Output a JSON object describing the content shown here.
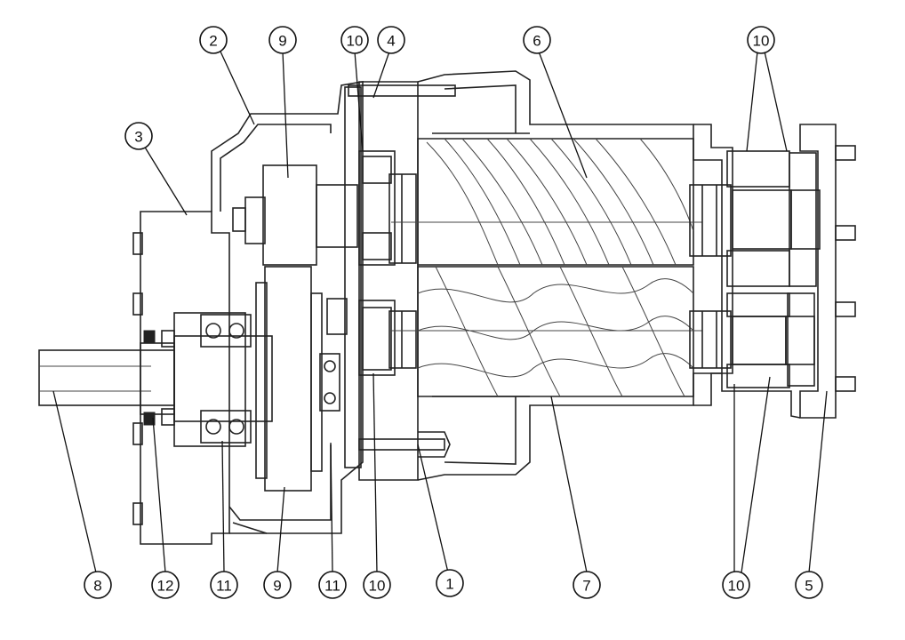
{
  "callouts": [
    {
      "label": "2"
    },
    {
      "label": "9"
    },
    {
      "label": "10"
    },
    {
      "label": "4"
    },
    {
      "label": "6"
    },
    {
      "label": "10"
    },
    {
      "label": "3"
    },
    {
      "label": "8"
    },
    {
      "label": "12"
    },
    {
      "label": "11"
    },
    {
      "label": "9"
    },
    {
      "label": "11"
    },
    {
      "label": "10"
    },
    {
      "label": "1"
    },
    {
      "label": "7"
    },
    {
      "label": "10"
    },
    {
      "label": "5"
    }
  ]
}
